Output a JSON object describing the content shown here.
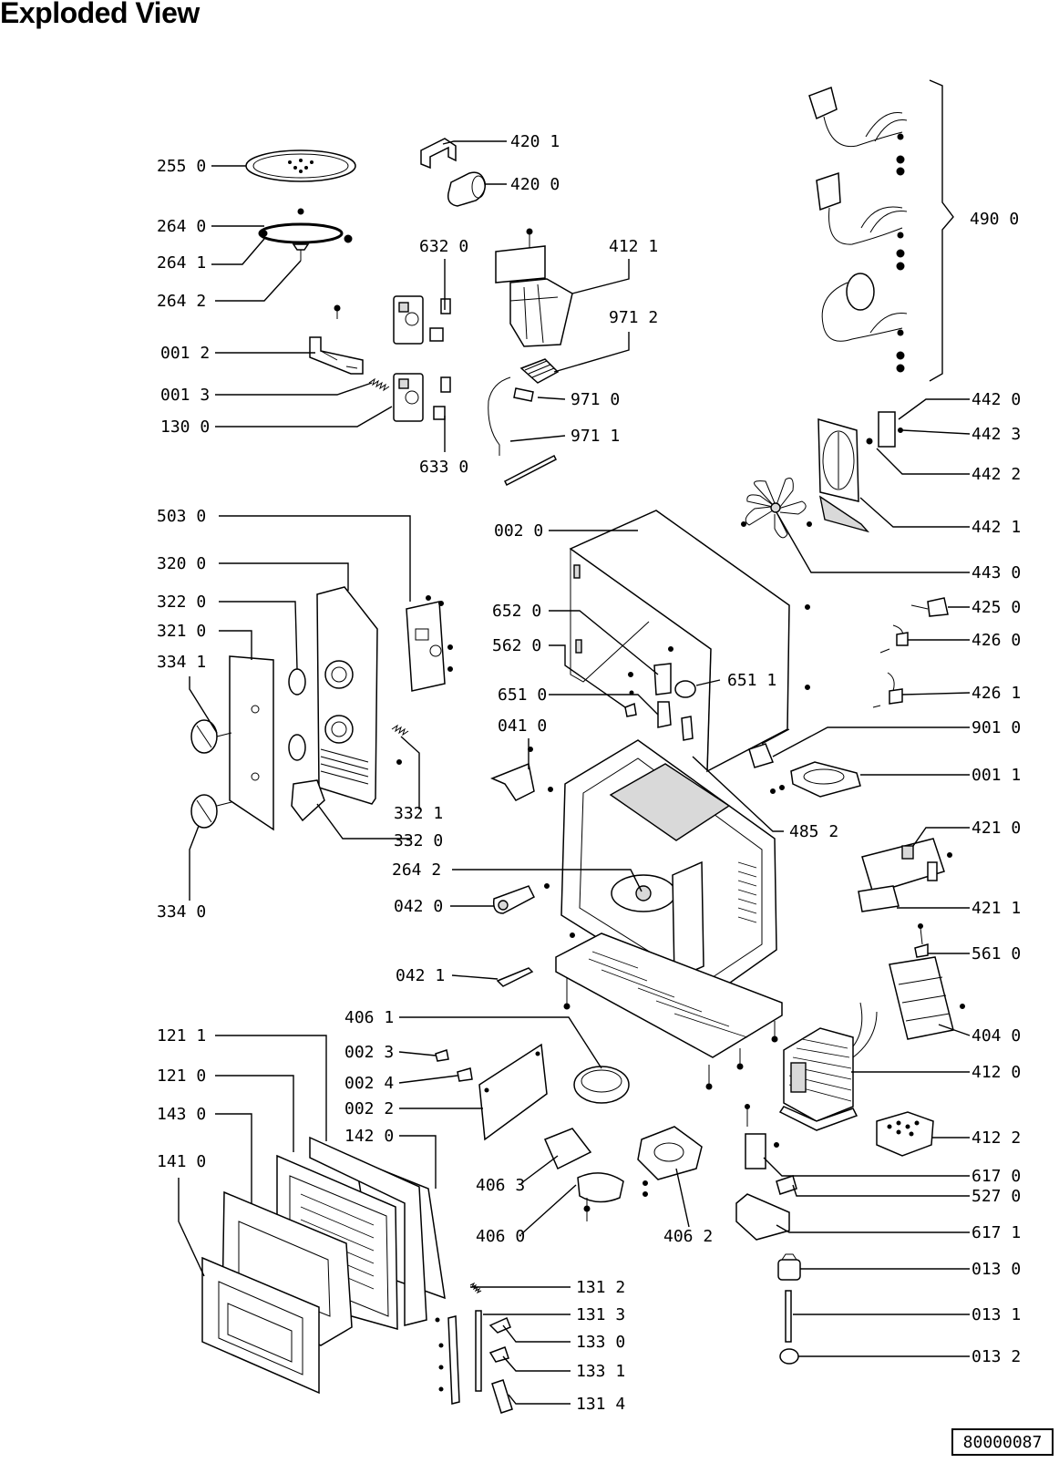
{
  "title": "Exploded View",
  "document_code": "80000087",
  "part_labels": [
    {
      "id": "p2550",
      "text": "255 0"
    },
    {
      "id": "p2640",
      "text": "264 0"
    },
    {
      "id": "p2641",
      "text": "264 1"
    },
    {
      "id": "p2642a",
      "text": "264 2"
    },
    {
      "id": "p0012",
      "text": "001 2"
    },
    {
      "id": "p0013",
      "text": "001 3"
    },
    {
      "id": "p1300",
      "text": "130 0"
    },
    {
      "id": "p4201",
      "text": "420 1"
    },
    {
      "id": "p4200",
      "text": "420 0"
    },
    {
      "id": "p6320",
      "text": "632 0"
    },
    {
      "id": "p4121",
      "text": "412 1"
    },
    {
      "id": "p9712",
      "text": "971 2"
    },
    {
      "id": "p9710",
      "text": "971 0"
    },
    {
      "id": "p9711",
      "text": "971 1"
    },
    {
      "id": "p6330",
      "text": "633 0"
    },
    {
      "id": "p4900",
      "text": "490 0"
    },
    {
      "id": "p4420",
      "text": "442 0"
    },
    {
      "id": "p4423",
      "text": "442 3"
    },
    {
      "id": "p4422",
      "text": "442 2"
    },
    {
      "id": "p4421",
      "text": "442 1"
    },
    {
      "id": "p4430",
      "text": "443 0"
    },
    {
      "id": "p5030",
      "text": "503 0"
    },
    {
      "id": "p0020",
      "text": "002 0"
    },
    {
      "id": "p3200",
      "text": "320 0"
    },
    {
      "id": "p3220",
      "text": "322 0"
    },
    {
      "id": "p3210",
      "text": "321 0"
    },
    {
      "id": "p3341",
      "text": "334 1"
    },
    {
      "id": "p6520",
      "text": "652 0"
    },
    {
      "id": "p5620",
      "text": "562 0"
    },
    {
      "id": "p6511",
      "text": "651 1"
    },
    {
      "id": "p6510",
      "text": "651 0"
    },
    {
      "id": "p0410",
      "text": "041 0"
    },
    {
      "id": "p4250",
      "text": "425 0"
    },
    {
      "id": "p4260",
      "text": "426 0"
    },
    {
      "id": "p4261",
      "text": "426 1"
    },
    {
      "id": "p9010",
      "text": "901 0"
    },
    {
      "id": "p0011",
      "text": "001 1"
    },
    {
      "id": "p3321",
      "text": "332 1"
    },
    {
      "id": "p3320",
      "text": "332 0"
    },
    {
      "id": "p4852",
      "text": "485 2"
    },
    {
      "id": "p4210",
      "text": "421 0"
    },
    {
      "id": "p2642b",
      "text": "264 2"
    },
    {
      "id": "p0420",
      "text": "042 0"
    },
    {
      "id": "p3340",
      "text": "334 0"
    },
    {
      "id": "p4211",
      "text": "421 1"
    },
    {
      "id": "p5610",
      "text": "561 0"
    },
    {
      "id": "p0421",
      "text": "042 1"
    },
    {
      "id": "p4061",
      "text": "406 1"
    },
    {
      "id": "p1211",
      "text": "121 1"
    },
    {
      "id": "p0023",
      "text": "002 3"
    },
    {
      "id": "p4040",
      "text": "404 0"
    },
    {
      "id": "p1210",
      "text": "121 0"
    },
    {
      "id": "p0024",
      "text": "002 4"
    },
    {
      "id": "p4120",
      "text": "412 0"
    },
    {
      "id": "p0022",
      "text": "002 2"
    },
    {
      "id": "p1430",
      "text": "143 0"
    },
    {
      "id": "p1420",
      "text": "142 0"
    },
    {
      "id": "p4122",
      "text": "412 2"
    },
    {
      "id": "p1410",
      "text": "141 0"
    },
    {
      "id": "p6170",
      "text": "617 0"
    },
    {
      "id": "p4063",
      "text": "406 3"
    },
    {
      "id": "p5270",
      "text": "527 0"
    },
    {
      "id": "p4060",
      "text": "406 0"
    },
    {
      "id": "p4062",
      "text": "406 2"
    },
    {
      "id": "p6171",
      "text": "617 1"
    },
    {
      "id": "p0130",
      "text": "013 0"
    },
    {
      "id": "p1312",
      "text": "131 2"
    },
    {
      "id": "p0131",
      "text": "013 1"
    },
    {
      "id": "p1313",
      "text": "131 3"
    },
    {
      "id": "p1330",
      "text": "133 0"
    },
    {
      "id": "p0132",
      "text": "013 2"
    },
    {
      "id": "p1331",
      "text": "133 1"
    },
    {
      "id": "p1314",
      "text": "131 4"
    }
  ]
}
